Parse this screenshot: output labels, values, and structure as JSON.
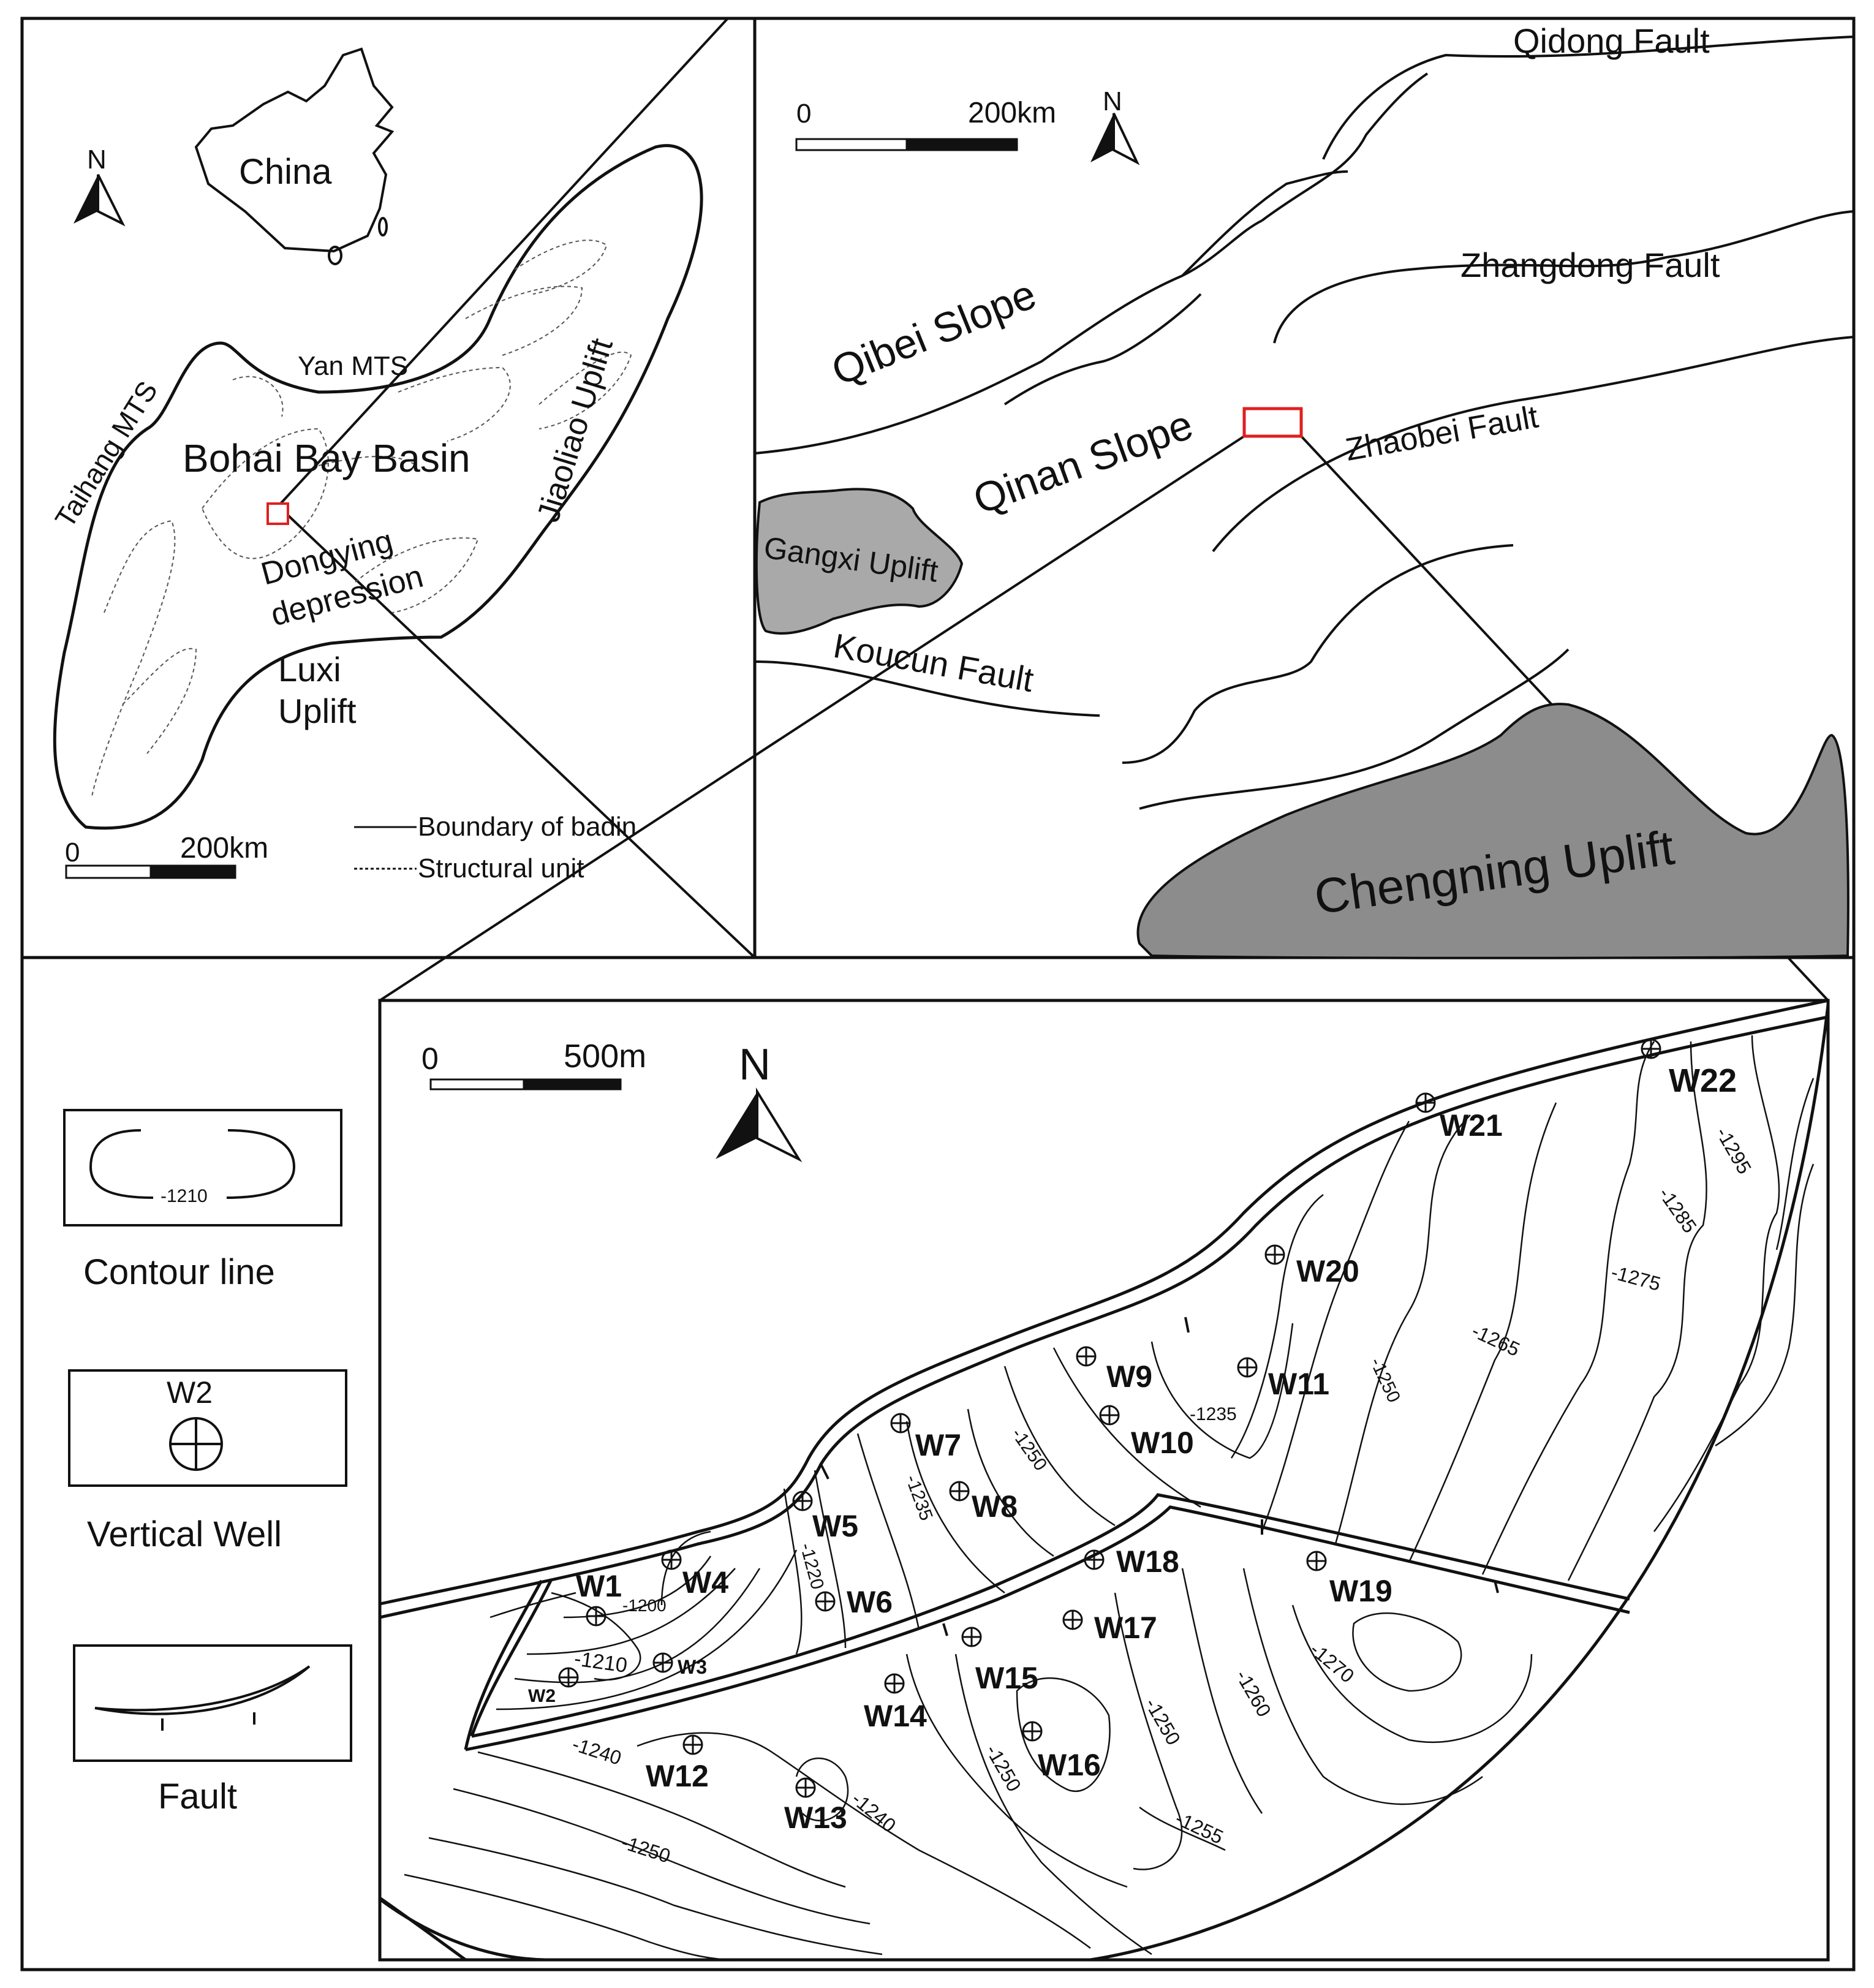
{
  "overview": {
    "china_label": "China",
    "north_label": "N",
    "scale": {
      "zero": "0",
      "end": "200km"
    },
    "regions": [
      {
        "id": "taihang",
        "label": "Taihang MTS"
      },
      {
        "id": "yan",
        "label": "Yan  MTS"
      },
      {
        "id": "basin",
        "label": "Bohai Bay Basin"
      },
      {
        "id": "jiaoliao",
        "label": "Jiaoliao Uplift"
      },
      {
        "id": "dongying",
        "label": "Dongying"
      },
      {
        "id": "depression",
        "label": "depression"
      },
      {
        "id": "luxi1",
        "label": "Luxi"
      },
      {
        "id": "luxi2",
        "label": "Uplift"
      }
    ],
    "legend": {
      "boundary": "Boundary of badin",
      "structural": "Structural unit"
    }
  },
  "regional": {
    "north_label": "N",
    "scale": {
      "zero": "0",
      "end": "200km"
    },
    "faults": [
      {
        "id": "qidong",
        "label": "Qidong Fault"
      },
      {
        "id": "zhangdong",
        "label": "Zhangdong Fault"
      },
      {
        "id": "zhaobei",
        "label": "Zhaobei Fault"
      },
      {
        "id": "koucun",
        "label": "Koucun Fault"
      }
    ],
    "units": [
      {
        "id": "qibei",
        "label": "Qibei Slope"
      },
      {
        "id": "qinan",
        "label": "Qinan Slope"
      },
      {
        "id": "gangxi",
        "label": "Gangxi Uplift"
      },
      {
        "id": "chengning",
        "label": "Chengning Uplift"
      }
    ],
    "colors": {
      "uplift_fill": "#a9a9a9",
      "chengning_fill": "#8c8c8c",
      "study_box": "#e02020"
    }
  },
  "legend_panel": {
    "contour": {
      "value": "-1210",
      "label": "Contour line"
    },
    "well": {
      "sample": "W2",
      "label": "Vertical Well"
    },
    "fault": {
      "label": "Fault"
    }
  },
  "detail": {
    "north_label": "N",
    "scale": {
      "zero": "0",
      "end": "500m"
    },
    "wells": [
      {
        "id": "W1",
        "label": "W1"
      },
      {
        "id": "W2",
        "label": "W2"
      },
      {
        "id": "W3",
        "label": "W3"
      },
      {
        "id": "W4",
        "label": "W4"
      },
      {
        "id": "W5",
        "label": "W5"
      },
      {
        "id": "W6",
        "label": "W6"
      },
      {
        "id": "W7",
        "label": "W7"
      },
      {
        "id": "W8",
        "label": "W8"
      },
      {
        "id": "W9",
        "label": "W9"
      },
      {
        "id": "W10",
        "label": "W10"
      },
      {
        "id": "W11",
        "label": "W11"
      },
      {
        "id": "W12",
        "label": "W12"
      },
      {
        "id": "W13",
        "label": "W13"
      },
      {
        "id": "W14",
        "label": "W14"
      },
      {
        "id": "W15",
        "label": "W15"
      },
      {
        "id": "W16",
        "label": "W16"
      },
      {
        "id": "W17",
        "label": "W17"
      },
      {
        "id": "W18",
        "label": "W18"
      },
      {
        "id": "W19",
        "label": "W19"
      },
      {
        "id": "W20",
        "label": "W20"
      },
      {
        "id": "W21",
        "label": "W21"
      },
      {
        "id": "W22",
        "label": "W22"
      }
    ],
    "contour_labels": [
      "-1200",
      "-1210",
      "-1220",
      "-1235",
      "-1250",
      "-1235",
      "-1250",
      "-1265",
      "-1275",
      "-1285",
      "-1295",
      "-1240",
      "-1250",
      "-1240",
      "-1250",
      "-1250",
      "-1255",
      "-1260",
      "-1270"
    ]
  }
}
